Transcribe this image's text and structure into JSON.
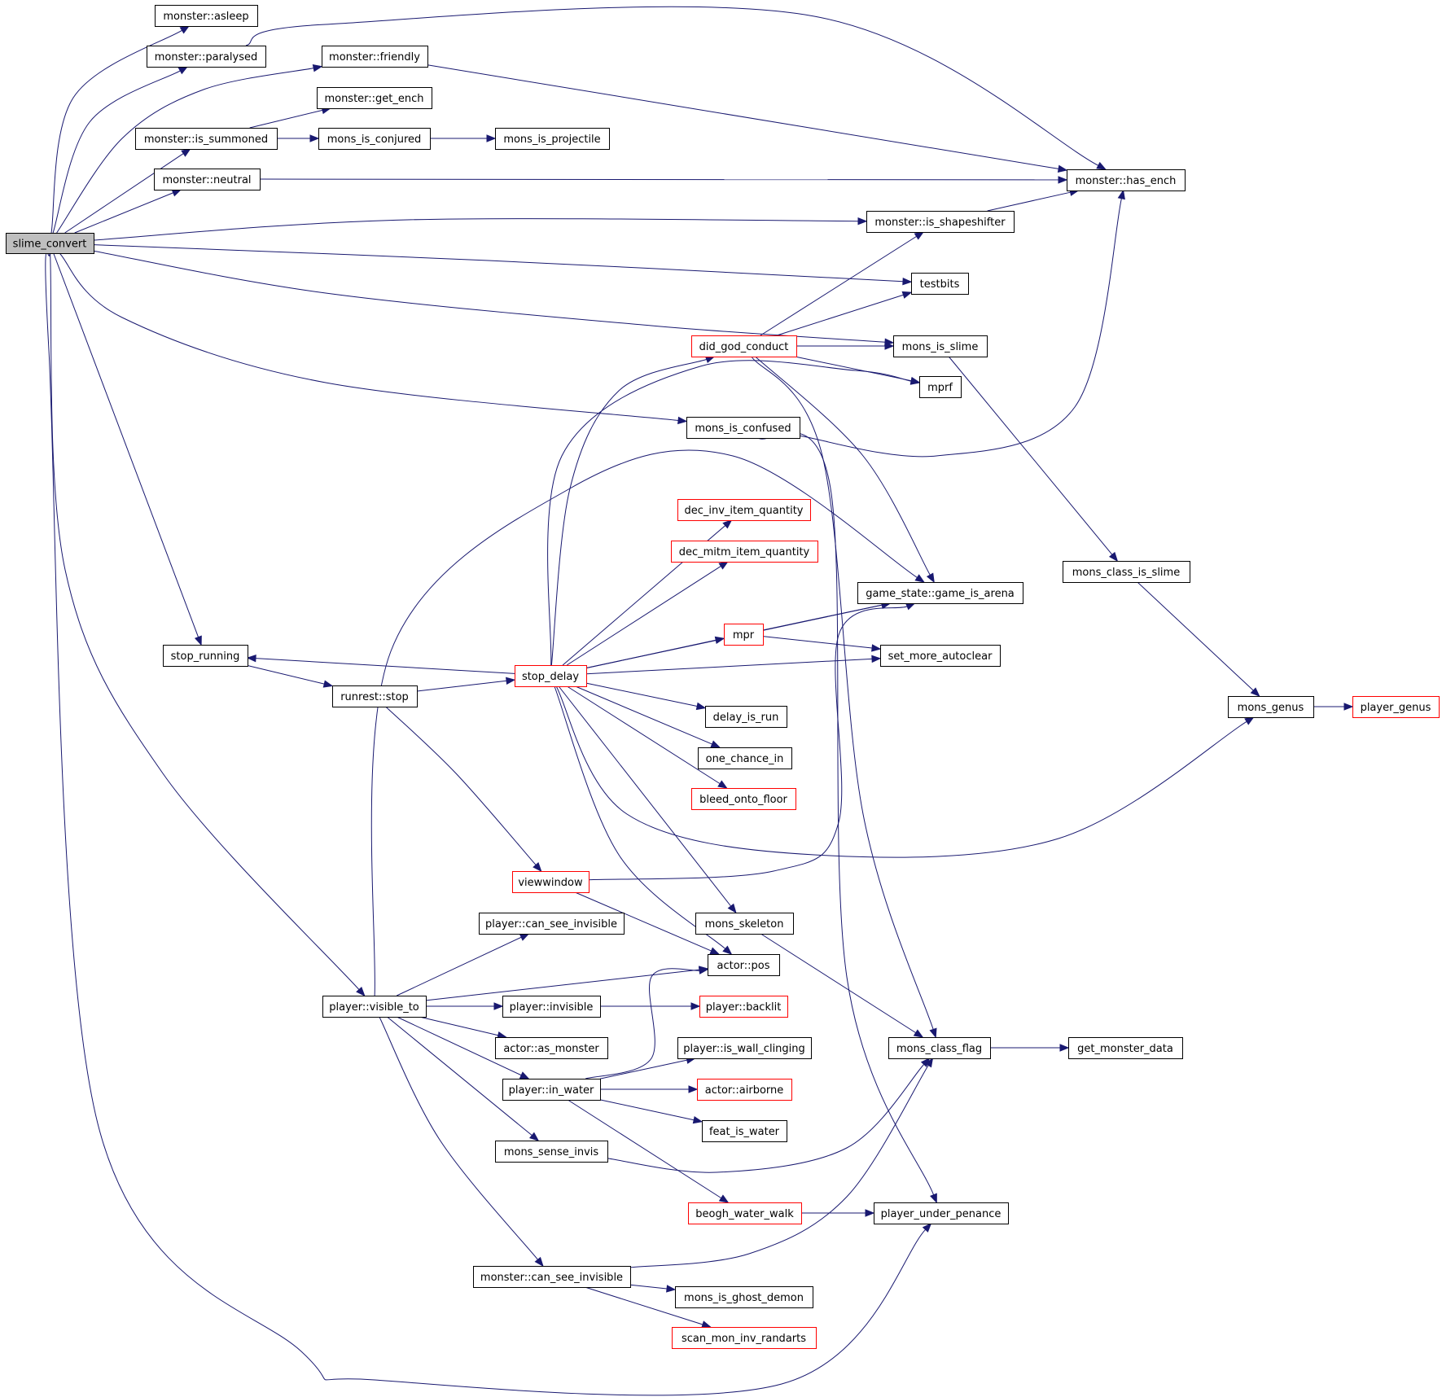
{
  "colors": {
    "edge": "#191970",
    "node_border": "#000000",
    "node_border_incomplete": "#ff0000",
    "root_fill": "#bfbfbf",
    "node_fill": "#ffffff"
  },
  "nodes": {
    "slime_convert": {
      "label": "slime_convert",
      "style": "root"
    },
    "asleep": {
      "label": "monster::asleep",
      "style": "normal"
    },
    "paralysed": {
      "label": "monster::paralysed",
      "style": "normal"
    },
    "friendly": {
      "label": "monster::friendly",
      "style": "normal"
    },
    "get_ench": {
      "label": "monster::get_ench",
      "style": "normal"
    },
    "is_summoned": {
      "label": "monster::is_summoned",
      "style": "normal"
    },
    "mons_is_conjured": {
      "label": "mons_is_conjured",
      "style": "normal"
    },
    "mons_is_projectile": {
      "label": "mons_is_projectile",
      "style": "normal"
    },
    "neutral": {
      "label": "monster::neutral",
      "style": "normal"
    },
    "has_ench": {
      "label": "monster::has_ench",
      "style": "normal"
    },
    "is_shapeshifter": {
      "label": "monster::is_shapeshifter",
      "style": "normal"
    },
    "testbits": {
      "label": "testbits",
      "style": "normal"
    },
    "did_god_conduct": {
      "label": "did_god_conduct",
      "style": "red"
    },
    "mons_is_slime": {
      "label": "mons_is_slime",
      "style": "normal"
    },
    "mprf": {
      "label": "mprf",
      "style": "normal"
    },
    "mons_is_confused": {
      "label": "mons_is_confused",
      "style": "normal"
    },
    "dec_inv_item_quantity": {
      "label": "dec_inv_item_quantity",
      "style": "red"
    },
    "dec_mitm_item_quantity": {
      "label": "dec_mitm_item_quantity",
      "style": "red"
    },
    "game_is_arena": {
      "label": "game_state::game_is_arena",
      "style": "normal"
    },
    "mons_class_is_slime": {
      "label": "mons_class_is_slime",
      "style": "normal"
    },
    "mpr": {
      "label": "mpr",
      "style": "red"
    },
    "set_more_autoclear": {
      "label": "set_more_autoclear",
      "style": "normal"
    },
    "stop_running": {
      "label": "stop_running",
      "style": "normal"
    },
    "stop_delay": {
      "label": "stop_delay",
      "style": "red"
    },
    "runrest_stop": {
      "label": "runrest::stop",
      "style": "normal"
    },
    "delay_is_run": {
      "label": "delay_is_run",
      "style": "normal"
    },
    "mons_genus": {
      "label": "mons_genus",
      "style": "normal"
    },
    "player_genus": {
      "label": "player_genus",
      "style": "red"
    },
    "one_chance_in": {
      "label": "one_chance_in",
      "style": "normal"
    },
    "bleed_onto_floor": {
      "label": "bleed_onto_floor",
      "style": "red"
    },
    "viewwindow": {
      "label": "viewwindow",
      "style": "red"
    },
    "player_can_see_invisible": {
      "label": "player::can_see_invisible",
      "style": "normal"
    },
    "mons_skeleton": {
      "label": "mons_skeleton",
      "style": "normal"
    },
    "actor_pos": {
      "label": "actor::pos",
      "style": "normal"
    },
    "visible_to": {
      "label": "player::visible_to",
      "style": "normal"
    },
    "player_invisible": {
      "label": "player::invisible",
      "style": "normal"
    },
    "player_backlit": {
      "label": "player::backlit",
      "style": "red"
    },
    "actor_as_monster": {
      "label": "actor::as_monster",
      "style": "normal"
    },
    "is_wall_clinging": {
      "label": "player::is_wall_clinging",
      "style": "normal"
    },
    "mons_class_flag": {
      "label": "mons_class_flag",
      "style": "normal"
    },
    "get_monster_data": {
      "label": "get_monster_data",
      "style": "normal"
    },
    "in_water": {
      "label": "player::in_water",
      "style": "normal"
    },
    "actor_airborne": {
      "label": "actor::airborne",
      "style": "red"
    },
    "feat_is_water": {
      "label": "feat_is_water",
      "style": "normal"
    },
    "mons_sense_invis": {
      "label": "mons_sense_invis",
      "style": "normal"
    },
    "beogh_water_walk": {
      "label": "beogh_water_walk",
      "style": "red"
    },
    "player_under_penance": {
      "label": "player_under_penance",
      "style": "normal"
    },
    "monster_can_see_invisible": {
      "label": "monster::can_see_invisible",
      "style": "normal"
    },
    "mons_is_ghost_demon": {
      "label": "mons_is_ghost_demon",
      "style": "normal"
    },
    "scan_mon_inv_randarts": {
      "label": "scan_mon_inv_randarts",
      "style": "red"
    }
  },
  "edges": [
    [
      "slime_convert",
      "asleep"
    ],
    [
      "slime_convert",
      "paralysed"
    ],
    [
      "slime_convert",
      "friendly"
    ],
    [
      "slime_convert",
      "is_summoned"
    ],
    [
      "slime_convert",
      "neutral"
    ],
    [
      "slime_convert",
      "is_shapeshifter"
    ],
    [
      "slime_convert",
      "testbits"
    ],
    [
      "slime_convert",
      "mons_is_slime"
    ],
    [
      "slime_convert",
      "mons_is_confused"
    ],
    [
      "slime_convert",
      "stop_running"
    ],
    [
      "slime_convert",
      "visible_to"
    ],
    [
      "slime_convert",
      "player_under_penance"
    ],
    [
      "paralysed",
      "has_ench"
    ],
    [
      "friendly",
      "has_ench"
    ],
    [
      "is_summoned",
      "get_ench"
    ],
    [
      "is_summoned",
      "mons_is_conjured"
    ],
    [
      "mons_is_conjured",
      "mons_is_projectile"
    ],
    [
      "neutral",
      "has_ench"
    ],
    [
      "is_shapeshifter",
      "has_ench"
    ],
    [
      "did_god_conduct",
      "is_shapeshifter"
    ],
    [
      "did_god_conduct",
      "testbits"
    ],
    [
      "did_god_conduct",
      "mons_is_slime"
    ],
    [
      "did_god_conduct",
      "mprf"
    ],
    [
      "did_god_conduct",
      "game_is_arena"
    ],
    [
      "did_god_conduct",
      "mons_class_flag"
    ],
    [
      "mons_is_slime",
      "mons_class_is_slime"
    ],
    [
      "mons_class_is_slime",
      "mons_genus"
    ],
    [
      "mons_genus",
      "player_genus"
    ],
    [
      "mons_is_confused",
      "has_ench"
    ],
    [
      "mons_is_confused",
      "player_under_penance"
    ],
    [
      "stop_running",
      "runrest_stop"
    ],
    [
      "runrest_stop",
      "stop_delay"
    ],
    [
      "runrest_stop",
      "viewwindow"
    ],
    [
      "stop_delay",
      "stop_running"
    ],
    [
      "stop_delay",
      "did_god_conduct"
    ],
    [
      "stop_delay",
      "mprf"
    ],
    [
      "stop_delay",
      "dec_inv_item_quantity"
    ],
    [
      "stop_delay",
      "dec_mitm_item_quantity"
    ],
    [
      "stop_delay",
      "game_is_arena"
    ],
    [
      "stop_delay",
      "mpr"
    ],
    [
      "stop_delay",
      "set_more_autoclear"
    ],
    [
      "stop_delay",
      "delay_is_run"
    ],
    [
      "stop_delay",
      "one_chance_in"
    ],
    [
      "stop_delay",
      "bleed_onto_floor"
    ],
    [
      "stop_delay",
      "mons_genus"
    ],
    [
      "stop_delay",
      "mons_skeleton"
    ],
    [
      "stop_delay",
      "actor_pos"
    ],
    [
      "mpr",
      "game_is_arena"
    ],
    [
      "mpr",
      "set_more_autoclear"
    ],
    [
      "viewwindow",
      "game_is_arena"
    ],
    [
      "viewwindow",
      "actor_pos"
    ],
    [
      "mons_skeleton",
      "mons_class_flag"
    ],
    [
      "visible_to",
      "game_is_arena"
    ],
    [
      "visible_to",
      "player_can_see_invisible"
    ],
    [
      "visible_to",
      "actor_pos"
    ],
    [
      "visible_to",
      "player_invisible"
    ],
    [
      "visible_to",
      "actor_as_monster"
    ],
    [
      "visible_to",
      "in_water"
    ],
    [
      "visible_to",
      "mons_sense_invis"
    ],
    [
      "visible_to",
      "monster_can_see_invisible"
    ],
    [
      "player_invisible",
      "player_backlit"
    ],
    [
      "in_water",
      "actor_pos"
    ],
    [
      "in_water",
      "is_wall_clinging"
    ],
    [
      "in_water",
      "actor_airborne"
    ],
    [
      "in_water",
      "feat_is_water"
    ],
    [
      "in_water",
      "beogh_water_walk"
    ],
    [
      "mons_sense_invis",
      "mons_class_flag"
    ],
    [
      "beogh_water_walk",
      "player_under_penance"
    ],
    [
      "mons_class_flag",
      "get_monster_data"
    ],
    [
      "monster_can_see_invisible",
      "mons_class_flag"
    ],
    [
      "monster_can_see_invisible",
      "mons_is_ghost_demon"
    ],
    [
      "monster_can_see_invisible",
      "scan_mon_inv_randarts"
    ]
  ]
}
